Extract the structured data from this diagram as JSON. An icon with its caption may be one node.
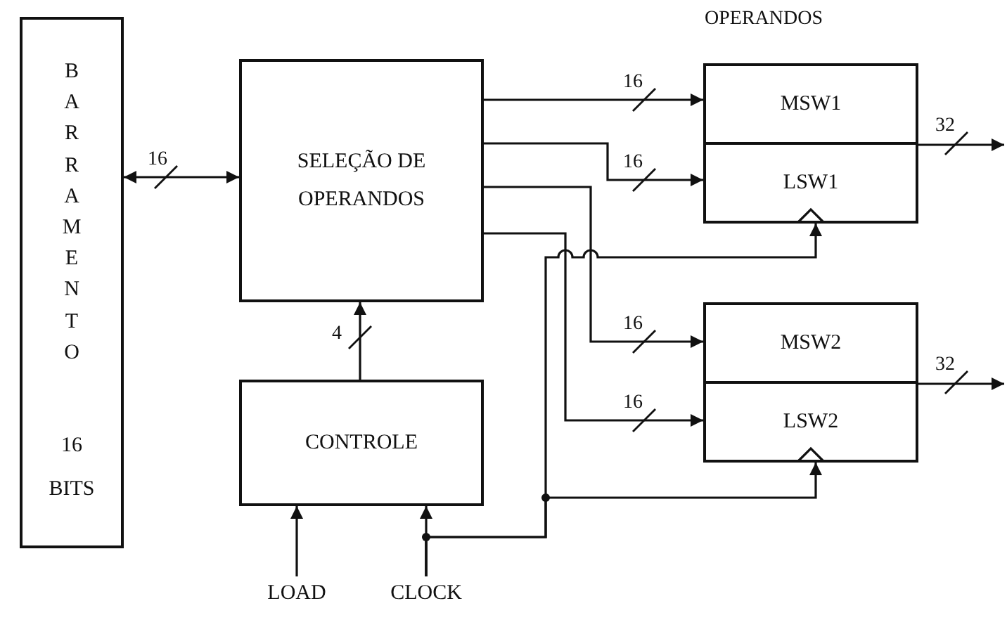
{
  "diagram": {
    "nodes": [
      {
        "text": [
          "BARRAMENTO",
          "16 BITS"
        ]
      },
      {
        "text": [
          "SELEÇÃO DE OPERANDOS"
        ]
      },
      {
        "text": [
          "CONTROLE"
        ]
      },
      {
        "text": [
          "LOAD"
        ]
      },
      {
        "text": [
          "CLOCK"
        ]
      },
      {
        "text": [
          "MSW1"
        ]
      },
      {
        "text": [
          "LSW1"
        ]
      },
      {
        "text": [
          "MSW2"
        ]
      },
      {
        "text": [
          "LSW2"
        ]
      }
    ],
    "edges": [
      {
        "from": 0,
        "to": 1,
        "arrow": "both",
        "label": "16"
      },
      {
        "from": 2,
        "to": 1,
        "arrow": "to",
        "label": "4"
      },
      {
        "from": 3,
        "to": 2,
        "arrow": "to"
      },
      {
        "from": 4,
        "to": 2,
        "arrow": "to"
      },
      {
        "from": 1,
        "to": 5,
        "arrow": "to",
        "label": "16"
      },
      {
        "from": 1,
        "to": 6,
        "arrow": "to",
        "label": "16"
      },
      {
        "from": 1,
        "to": 7,
        "arrow": "to",
        "label": "16"
      },
      {
        "from": 1,
        "to": 8,
        "arrow": "to",
        "label": "16"
      },
      {
        "from": 4,
        "to": 6,
        "arrow": "to"
      },
      {
        "from": 4,
        "to": 8,
        "arrow": "to"
      },
      {
        "from": 5,
        "to": null,
        "arrow": "to",
        "label": "32"
      },
      {
        "from": 7,
        "to": null,
        "arrow": "to",
        "label": "32"
      }
    ],
    "labels": [
      "OPERANDOS"
    ]
  }
}
